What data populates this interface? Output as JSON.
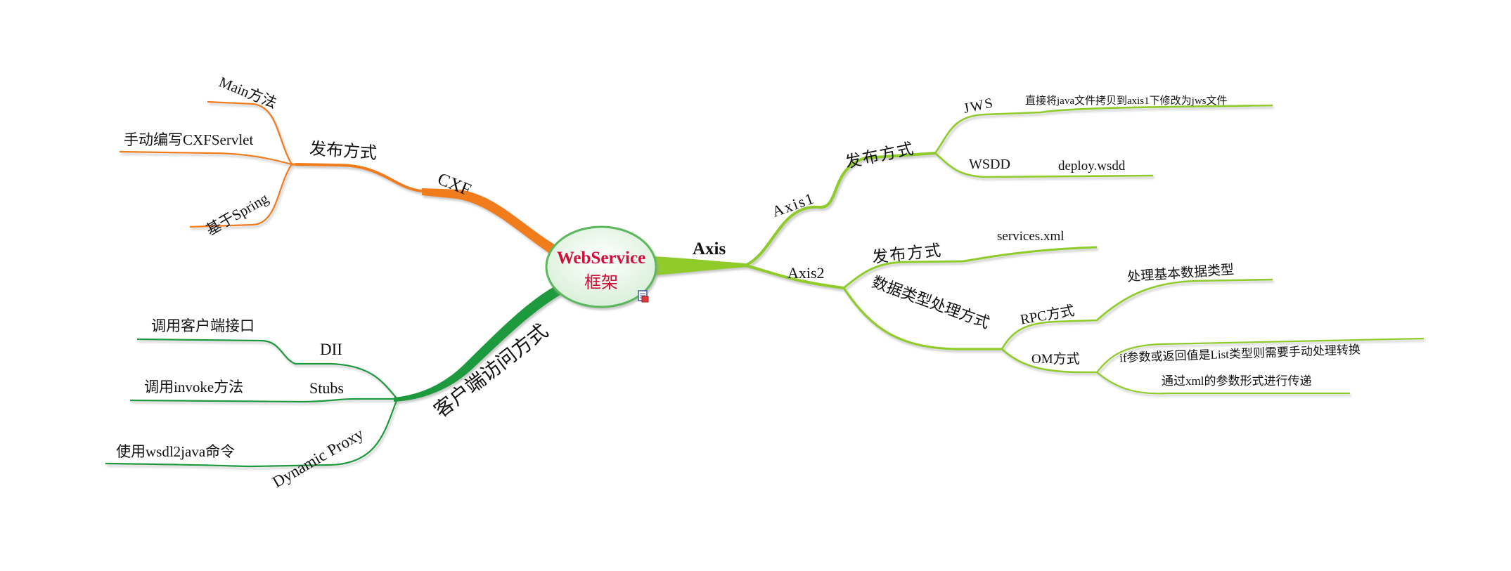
{
  "center": {
    "title": "WebService",
    "subtitle": "框架"
  },
  "colors": {
    "orange": "#f07c1a",
    "green_dark": "#1e9a3c",
    "green_light": "#8fcc2c",
    "center_text": "#d0103a",
    "center_fill": "#eaf7ea",
    "center_stroke": "#5cb85c"
  },
  "icons": {
    "note": "note-icon"
  },
  "branches": {
    "cxf": {
      "label": "CXF",
      "publish": {
        "label": "发布方式",
        "items": [
          "Main方法",
          "手动编写CXFServlet",
          "基于Spring"
        ]
      }
    },
    "client": {
      "label": "客户端访问方式",
      "dii": {
        "label": "DII",
        "detail": "调用客户端接口"
      },
      "stubs": {
        "label": "Stubs",
        "detail": "调用invoke方法"
      },
      "proxy": {
        "label": "Dynamic Proxy",
        "detail": "使用wsdl2java命令"
      }
    },
    "axis": {
      "label": "Axis",
      "axis1": {
        "label": "Axis1",
        "publish": {
          "label": "发布方式",
          "jws": {
            "label": "JWS",
            "detail": "直接将java文件拷贝到axis1下修改为jws文件"
          },
          "wsdd": {
            "label": "WSDD",
            "detail": "deploy.wsdd"
          }
        }
      },
      "axis2": {
        "label": "Axis2",
        "publish": {
          "label": "发布方式",
          "detail": "services.xml"
        },
        "datatype": {
          "label": "数据类型处理方式",
          "rpc": {
            "label": "RPC方式",
            "detail": "处理基本数据类型"
          },
          "om": {
            "label": "OM方式",
            "details": [
              "if参数或返回值是List类型则需要手动处理转换",
              "通过xml的参数形式进行传递"
            ]
          }
        }
      }
    }
  }
}
